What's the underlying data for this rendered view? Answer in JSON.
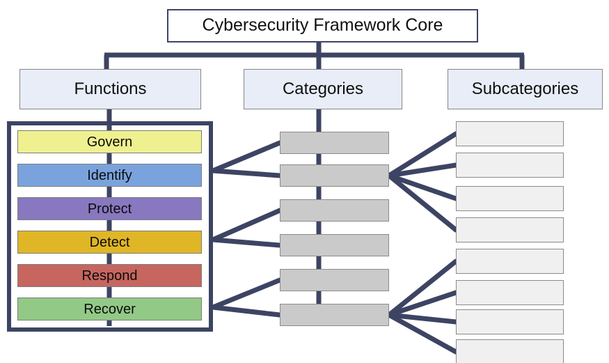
{
  "diagram": {
    "title": "Cybersecurity Framework Core",
    "accent_color": "#3d4463",
    "columns": [
      {
        "id": "functions",
        "label": "Functions"
      },
      {
        "id": "categories",
        "label": "Categories"
      },
      {
        "id": "subcategories",
        "label": "Subcategories"
      }
    ],
    "functions": [
      {
        "label": "Govern",
        "color": "#eff08f"
      },
      {
        "label": "Identify",
        "color": "#7aa3dd"
      },
      {
        "label": "Protect",
        "color": "#8878bf"
      },
      {
        "label": "Detect",
        "color": "#e0b626"
      },
      {
        "label": "Respond",
        "color": "#c6665f"
      },
      {
        "label": "Recover",
        "color": "#93c987"
      }
    ],
    "categories": [
      {
        "label": ""
      },
      {
        "label": ""
      },
      {
        "label": ""
      },
      {
        "label": ""
      },
      {
        "label": ""
      },
      {
        "label": ""
      }
    ],
    "subcategories_group_1": [
      {
        "label": ""
      },
      {
        "label": ""
      },
      {
        "label": ""
      },
      {
        "label": ""
      }
    ],
    "subcategories_group_2": [
      {
        "label": ""
      },
      {
        "label": ""
      },
      {
        "label": ""
      },
      {
        "label": ""
      }
    ]
  }
}
